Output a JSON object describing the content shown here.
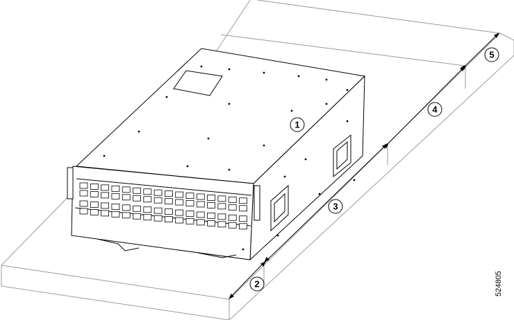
{
  "figure_id": "524805",
  "callouts": [
    {
      "number": "1"
    },
    {
      "number": "2"
    },
    {
      "number": "3"
    },
    {
      "number": "4"
    },
    {
      "number": "5"
    }
  ],
  "colors": {
    "line": "#000000",
    "surface_line": "#9a9a9a",
    "background": "#ffffff"
  }
}
